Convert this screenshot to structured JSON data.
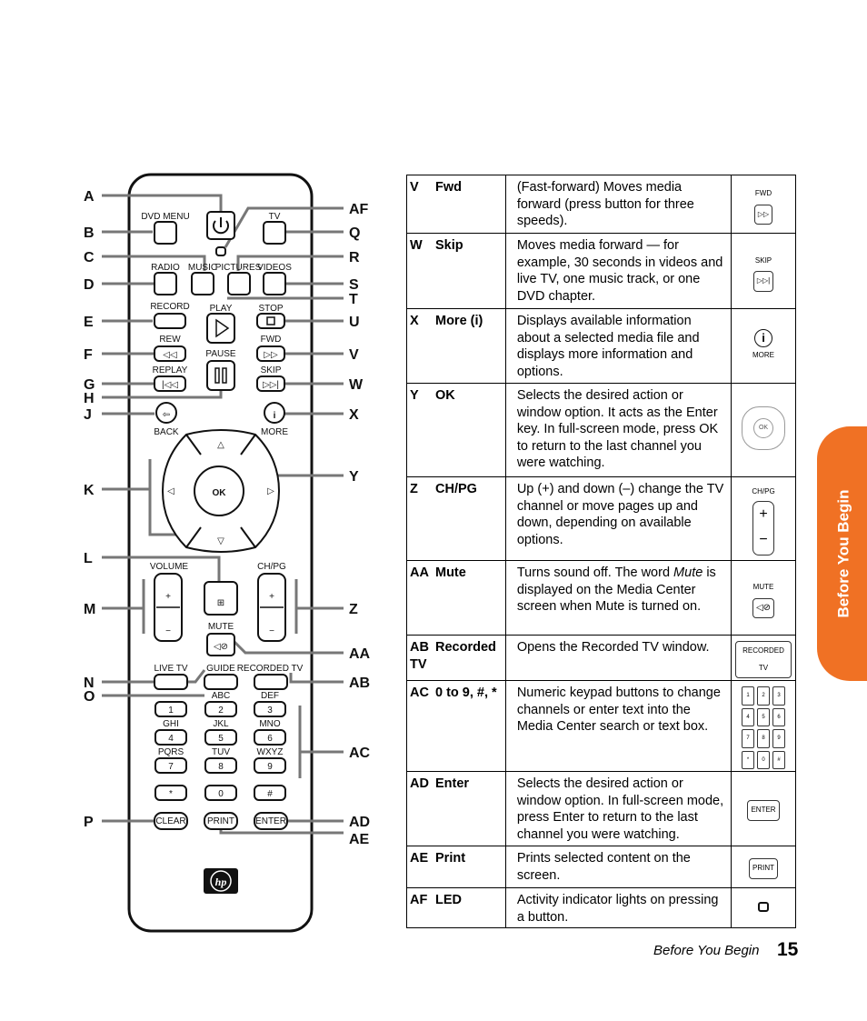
{
  "remote": {
    "callouts_left": [
      "A",
      "B",
      "C",
      "D",
      "E",
      "F",
      "G",
      "H",
      "J",
      "K",
      "L",
      "M",
      "N",
      "O",
      "P"
    ],
    "callouts_right": [
      "AF",
      "Q",
      "R",
      "S",
      "T",
      "U",
      "V",
      "W",
      "X",
      "Y",
      "Z",
      "AA",
      "AB",
      "AC",
      "AD",
      "AE"
    ],
    "labels": {
      "dvd_menu": "DVD MENU",
      "tv": "TV",
      "radio": "RADIO",
      "music": "MUSIC",
      "pictures": "PICTURES",
      "videos": "VIDEOS",
      "record": "RECORD",
      "play": "PLAY",
      "stop": "STOP",
      "rew": "REW",
      "pause": "PAUSE",
      "fwd": "FWD",
      "replay": "REPLAY",
      "skip": "SKIP",
      "back": "BACK",
      "more": "MORE",
      "ok": "OK",
      "volume": "VOLUME",
      "chpg": "CH/PG",
      "mute": "MUTE",
      "live_tv": "LIVE TV",
      "guide": "GUIDE",
      "recorded_tv": "RECORDED TV",
      "clear": "CLEAR",
      "print": "PRINT",
      "enter": "ENTER",
      "logo": "hp"
    },
    "keypad": [
      {
        "letters": "",
        "digit": "1"
      },
      {
        "letters": "ABC",
        "digit": "2"
      },
      {
        "letters": "DEF",
        "digit": "3"
      },
      {
        "letters": "GHI",
        "digit": "4"
      },
      {
        "letters": "JKL",
        "digit": "5"
      },
      {
        "letters": "MNO",
        "digit": "6"
      },
      {
        "letters": "PQRS",
        "digit": "7"
      },
      {
        "letters": "TUV",
        "digit": "8"
      },
      {
        "letters": "WXYZ",
        "digit": "9"
      },
      {
        "letters": "",
        "digit": "*"
      },
      {
        "letters": "",
        "digit": "0"
      },
      {
        "letters": "",
        "digit": "#"
      }
    ]
  },
  "table": {
    "rows": [
      {
        "code": "V",
        "name": "Fwd",
        "description": "(Fast-forward) Moves media forward (press button for three speeds).",
        "icon": "fwd-button-icon",
        "icon_label": "FWD"
      },
      {
        "code": "W",
        "name": "Skip",
        "description": "Moves media forward — for example, 30 seconds in videos and live TV, one music track, or one DVD chapter.",
        "icon": "skip-button-icon",
        "icon_label": "SKIP"
      },
      {
        "code": "X",
        "name": "More (i)",
        "description": "Displays available information about a selected media file and displays more information and options.",
        "icon": "more-info-icon",
        "icon_label": "MORE"
      },
      {
        "code": "Y",
        "name": "OK",
        "description": "Selects the desired action or window option. It acts as the Enter key. In full-screen mode, press OK to return to the last channel you were watching.",
        "icon": "ok-dpad-icon",
        "icon_label": "OK"
      },
      {
        "code": "Z",
        "name": "CH/PG",
        "description": "Up (+) and down (–) change the TV channel or move pages up and down, depending on available options.",
        "icon": "chpg-rocker-icon",
        "icon_label": "CH/PG"
      },
      {
        "code": "AA",
        "name": "Mute",
        "description_before": "Turns sound off. The word ",
        "description_em": "Mute",
        "description_after": " is displayed on the Media Center screen when Mute is turned on.",
        "icon": "mute-icon",
        "icon_label": "MUTE"
      },
      {
        "code": "AB",
        "name": "Recorded TV",
        "description": "Opens the Recorded TV window.",
        "icon": "recorded-tv-icon",
        "icon_label": "RECORDED TV"
      },
      {
        "code": "AC",
        "name": "0 to 9, #, *",
        "description": "Numeric keypad buttons to change channels or enter text into the Media Center search or text box.",
        "icon": "keypad-icon",
        "icon_label": ""
      },
      {
        "code": "AD",
        "name": "Enter",
        "description": "Selects the desired action or window option. In full-screen mode, press Enter to return to the last channel you were watching.",
        "icon": "enter-button-icon",
        "icon_label": "ENTER"
      },
      {
        "code": "AE",
        "name": "Print",
        "description": "Prints selected content on the screen.",
        "icon": "print-button-icon",
        "icon_label": "PRINT"
      },
      {
        "code": "AF",
        "name": "LED",
        "description": "Activity indicator lights on pressing a button.",
        "icon": "led-icon",
        "icon_label": ""
      }
    ]
  },
  "side_tab": "Before You Begin",
  "footer": {
    "title": "Before You Begin",
    "page": "15"
  },
  "colors": {
    "tab": "#f07124",
    "callout_line": "#777777"
  }
}
